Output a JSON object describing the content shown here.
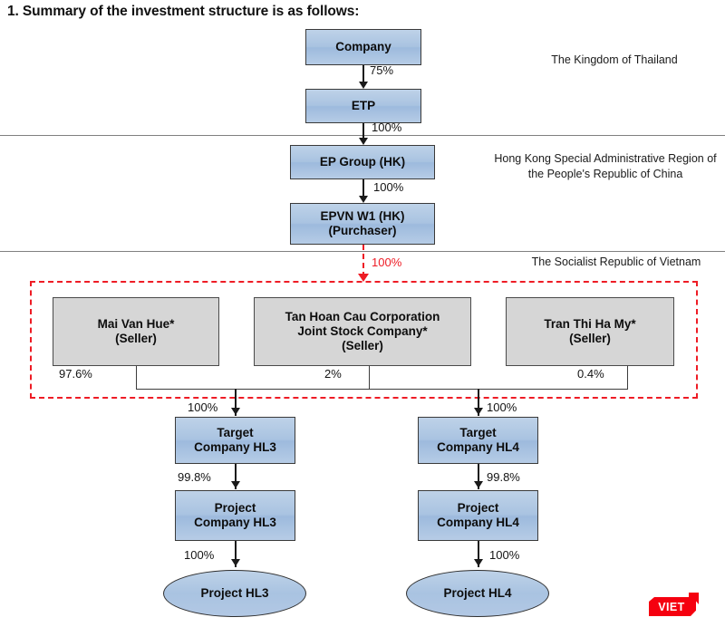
{
  "title": "1. Summary of the investment structure is as follows:",
  "regions": [
    {
      "name": "thailand",
      "label": "The Kingdom of Thailand"
    },
    {
      "name": "hongkong",
      "label": "Hong Kong Special Administrative Region of the People's Republic of China"
    },
    {
      "name": "vietnam",
      "label": "The Socialist Republic of Vietnam"
    }
  ],
  "nodes": {
    "company": "Company",
    "etp": "ETP",
    "ep_group_hk": "EP Group (HK)",
    "epvn_w1_hk": "EPVN W1 (HK)\n(Purchaser)",
    "epvn_w1_hk_line1": "EPVN W1 (HK)",
    "epvn_w1_hk_line2": "(Purchaser)",
    "seller_mai_van_hue_line1": "Mai Van Hue*",
    "seller_mai_van_hue_line2": "(Seller)",
    "seller_tan_hoan_cau_line1": "Tan Hoan Cau Corporation",
    "seller_tan_hoan_cau_line2": "Joint Stock Company*",
    "seller_tan_hoan_cau_line3": "(Seller)",
    "seller_tran_thi_ha_my_line1": "Tran Thi Ha My*",
    "seller_tran_thi_ha_my_line2": "(Seller)",
    "target_hl3_line1": "Target",
    "target_hl3_line2": "Company HL3",
    "project_company_hl3_line1": "Project",
    "project_company_hl3_line2": "Company HL3",
    "project_hl3": "Project HL3",
    "target_hl4_line1": "Target",
    "target_hl4_line2": "Company HL4",
    "project_company_hl4_line1": "Project",
    "project_company_hl4_line2": "Company HL4",
    "project_hl4": "Project HL4"
  },
  "percents": {
    "company_to_etp": "75%",
    "etp_to_ep_group": "100%",
    "ep_group_to_epvn": "100%",
    "epvn_to_sellers": "100%",
    "mai_van_hue": "97.6%",
    "tan_hoan_cau": "2%",
    "tran_thi_ha_my": "0.4%",
    "to_target_hl3": "100%",
    "to_target_hl4": "100%",
    "target_hl3_to_project_company": "99.8%",
    "target_hl4_to_project_company": "99.8%",
    "project_company_hl3_to_project": "100%",
    "project_company_hl4_to_project": "100%"
  },
  "logo": {
    "text": "VIET"
  },
  "colors": {
    "node_blue": "#a9c3e1",
    "node_grey": "#d6d6d6",
    "accent_red": "#ee1c25",
    "logo_red": "#f5000f",
    "connector": "#1a1a1a",
    "divider": "#808080"
  }
}
